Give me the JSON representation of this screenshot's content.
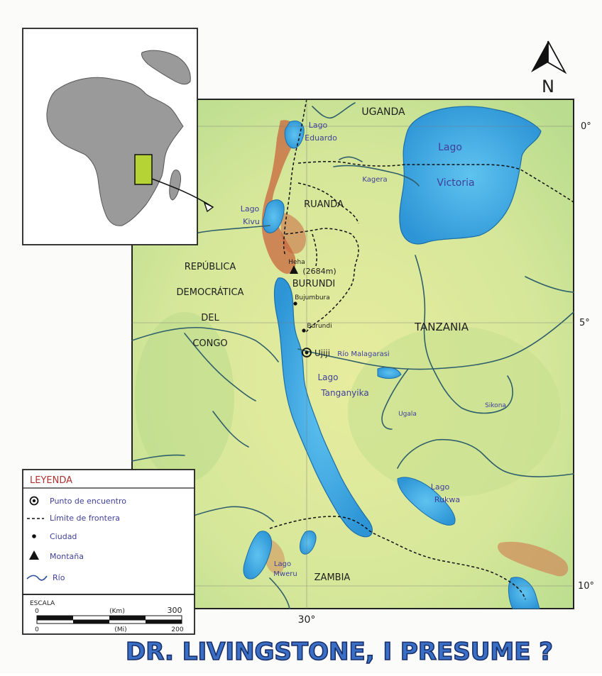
{
  "map": {
    "title": "DR. LIVINGSTONE, I PRESUME ?",
    "north_label": "N",
    "latitudes": [
      "0°",
      "5°",
      "10°"
    ],
    "longitude": "30°",
    "colors": {
      "land": "#d9e79a",
      "land_green": "#a9d47c",
      "water": "#3fa9e6",
      "mountain": "#c8653e",
      "inset_africa": "#9a9a9a",
      "inset_highlight": "#b5d334"
    },
    "countries": {
      "uganda": "UGANDA",
      "ruanda": "RUANDA",
      "burundi": "BURUNDI",
      "tanzania": "TANZANIA",
      "zambia": "ZAMBIA",
      "congo_line1": "REPÚBLICA",
      "congo_line2": "DEMOCRÁTICA",
      "congo_line3": "DEL",
      "congo_line4": "CONGO"
    },
    "lakes": {
      "eduardo_1": "Lago",
      "eduardo_2": "Eduardo",
      "kivu_1": "Lago",
      "kivu_2": "Kivu",
      "victoria_1": "Lago",
      "victoria_2": "Victoria",
      "tanganyika_1": "Lago",
      "tanganyika_2": "Tanganyika",
      "rukwa_1": "Lago",
      "rukwa_2": "Rukwa",
      "mweru_1": "Lago",
      "mweru_2": "Mweru"
    },
    "rivers": {
      "kagera": "Kagera",
      "malagarasi": "Río Malagarasi",
      "ugala": "Ugala",
      "sikona": "Sikona"
    },
    "places": {
      "heha_name": "Heha",
      "heha_height": "(2684m)",
      "bujumbura": "Bujumbura",
      "burundi_town": "Burundi",
      "ujiji": "Ujiji"
    }
  },
  "legend": {
    "title": "LEYENDA",
    "items": [
      {
        "symbol": "meeting-point",
        "label": "Punto de encuentro"
      },
      {
        "symbol": "border",
        "label": "Límite de frontera"
      },
      {
        "symbol": "city",
        "label": "Ciudad"
      },
      {
        "symbol": "mountain",
        "label": "Montaña"
      },
      {
        "symbol": "river",
        "label": "Río"
      }
    ]
  },
  "scale": {
    "title": "ESCALA",
    "km_label": "(Km)",
    "mi_label": "(Mi)",
    "zero_top": "0",
    "zero_bottom": "0",
    "km_max": "300",
    "mi_max": "200"
  }
}
